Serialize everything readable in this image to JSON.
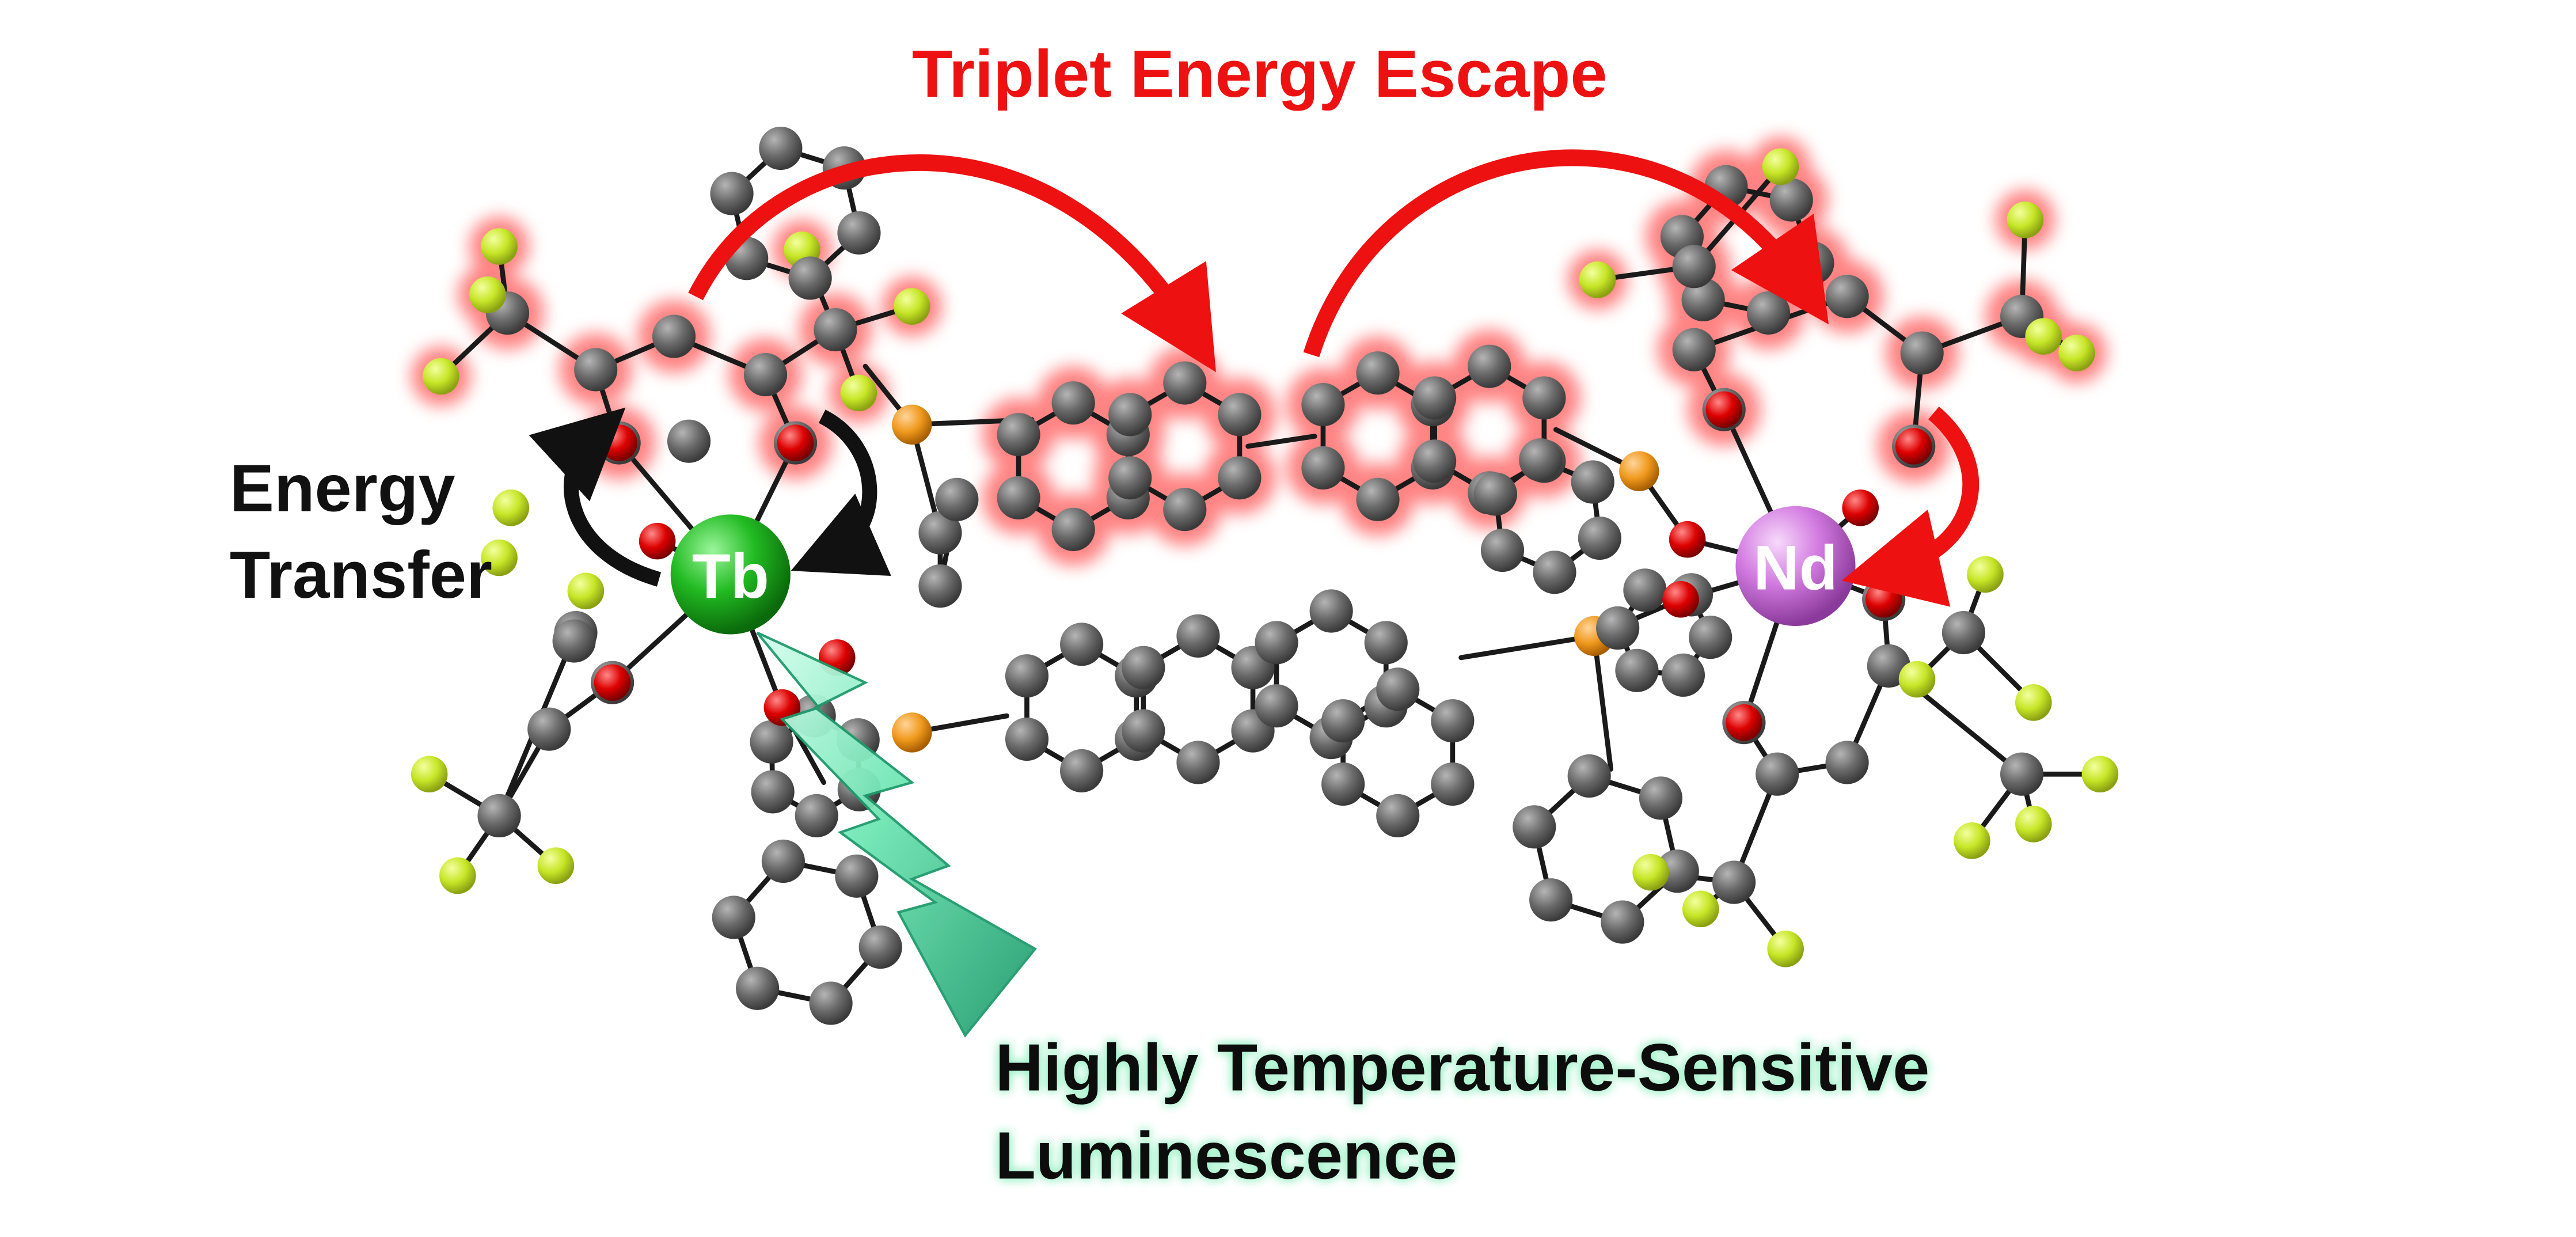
{
  "labels": {
    "top": "Triplet Energy Escape",
    "left_line1": "Energy",
    "left_line2": "Transfer",
    "bottom_line1": "Highly Temperature-Sensitive",
    "bottom_line2": "Luminescence",
    "metal_left": "Tb",
    "metal_right": "Nd"
  },
  "colors": {
    "escape_red": "#ee1111",
    "transfer_black": "#111111",
    "glow": "#ff6a6a",
    "carbon": "#6a6a6a",
    "oxygen": "#dd0000",
    "fluorine": "#c6e627",
    "phosphorus": "#f09a1e",
    "tb": "#22bb22",
    "nd": "#d27ae0",
    "emission": "#4fd9a0"
  }
}
